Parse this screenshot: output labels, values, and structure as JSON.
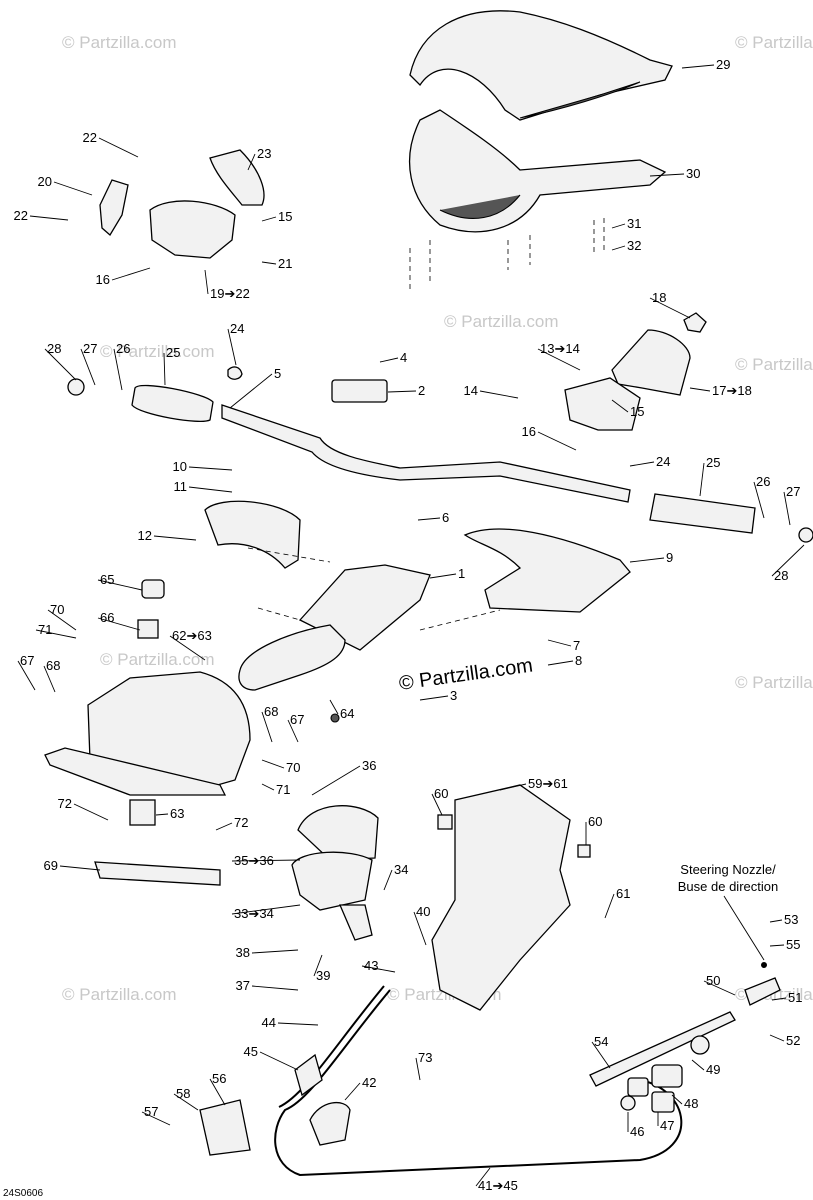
{
  "diagram_code": "24S0606",
  "watermark": {
    "text": "© Partzilla.com",
    "center_text": "© Partzilla.com"
  },
  "steering_nozzle_note": {
    "line1": "Steering Nozzle/",
    "line2": "Buse de direction"
  },
  "callouts": [
    {
      "id": "c29",
      "text": "29"
    },
    {
      "id": "c30",
      "text": "30"
    },
    {
      "id": "c31",
      "text": "31"
    },
    {
      "id": "c32",
      "text": "32"
    },
    {
      "id": "c22a",
      "text": "22"
    },
    {
      "id": "c23",
      "text": "23"
    },
    {
      "id": "c20",
      "text": "20"
    },
    {
      "id": "c22b",
      "text": "22"
    },
    {
      "id": "c15a",
      "text": "15"
    },
    {
      "id": "c21",
      "text": "21"
    },
    {
      "id": "c16a",
      "text": "16"
    },
    {
      "id": "c19",
      "text": "19➔22"
    },
    {
      "id": "c18",
      "text": "18"
    },
    {
      "id": "c13",
      "text": "13➔14"
    },
    {
      "id": "c14",
      "text": "14"
    },
    {
      "id": "c15b",
      "text": "15"
    },
    {
      "id": "c17",
      "text": "17➔18"
    },
    {
      "id": "c16b",
      "text": "16"
    },
    {
      "id": "c24a",
      "text": "24"
    },
    {
      "id": "c28a",
      "text": "28"
    },
    {
      "id": "c27a",
      "text": "27"
    },
    {
      "id": "c26a",
      "text": "26"
    },
    {
      "id": "c25a",
      "text": "25"
    },
    {
      "id": "c5",
      "text": "5"
    },
    {
      "id": "c4",
      "text": "4"
    },
    {
      "id": "c2",
      "text": "2"
    },
    {
      "id": "c24b",
      "text": "24"
    },
    {
      "id": "c25b",
      "text": "25"
    },
    {
      "id": "c26b",
      "text": "26"
    },
    {
      "id": "c27b",
      "text": "27"
    },
    {
      "id": "c28b",
      "text": "28"
    },
    {
      "id": "c10",
      "text": "10"
    },
    {
      "id": "c11",
      "text": "11"
    },
    {
      "id": "c12",
      "text": "12"
    },
    {
      "id": "c6",
      "text": "6"
    },
    {
      "id": "c1",
      "text": "1"
    },
    {
      "id": "c9",
      "text": "9"
    },
    {
      "id": "c65",
      "text": "65"
    },
    {
      "id": "c70a",
      "text": "70"
    },
    {
      "id": "c71a",
      "text": "71"
    },
    {
      "id": "c66",
      "text": "66"
    },
    {
      "id": "c62",
      "text": "62➔63"
    },
    {
      "id": "c7",
      "text": "7"
    },
    {
      "id": "c8",
      "text": "8"
    },
    {
      "id": "c67a",
      "text": "67"
    },
    {
      "id": "c68a",
      "text": "68"
    },
    {
      "id": "c64",
      "text": "64"
    },
    {
      "id": "c3",
      "text": "3"
    },
    {
      "id": "c68b",
      "text": "68"
    },
    {
      "id": "c67b",
      "text": "67"
    },
    {
      "id": "c70b",
      "text": "70"
    },
    {
      "id": "c71b",
      "text": "71"
    },
    {
      "id": "c36",
      "text": "36"
    },
    {
      "id": "c59",
      "text": "59➔61"
    },
    {
      "id": "c72a",
      "text": "72"
    },
    {
      "id": "c63",
      "text": "63"
    },
    {
      "id": "c72b",
      "text": "72"
    },
    {
      "id": "c60a",
      "text": "60"
    },
    {
      "id": "c60b",
      "text": "60"
    },
    {
      "id": "c69",
      "text": "69"
    },
    {
      "id": "c35",
      "text": "35➔36"
    },
    {
      "id": "c34",
      "text": "34"
    },
    {
      "id": "c33",
      "text": "33➔34"
    },
    {
      "id": "c61",
      "text": "61"
    },
    {
      "id": "c40",
      "text": "40"
    },
    {
      "id": "c53",
      "text": "53"
    },
    {
      "id": "c55",
      "text": "55"
    },
    {
      "id": "c38",
      "text": "38"
    },
    {
      "id": "c39",
      "text": "39"
    },
    {
      "id": "c43",
      "text": "43"
    },
    {
      "id": "c37",
      "text": "37"
    },
    {
      "id": "c50",
      "text": "50"
    },
    {
      "id": "c51",
      "text": "51"
    },
    {
      "id": "c44",
      "text": "44"
    },
    {
      "id": "c52",
      "text": "52"
    },
    {
      "id": "c45a",
      "text": "45"
    },
    {
      "id": "c54",
      "text": "54"
    },
    {
      "id": "c42",
      "text": "42"
    },
    {
      "id": "c49",
      "text": "49"
    },
    {
      "id": "c56",
      "text": "56"
    },
    {
      "id": "c73",
      "text": "73"
    },
    {
      "id": "c58",
      "text": "58"
    },
    {
      "id": "c57",
      "text": "57"
    },
    {
      "id": "c48",
      "text": "48"
    },
    {
      "id": "c46",
      "text": "46"
    },
    {
      "id": "c47",
      "text": "47"
    },
    {
      "id": "c41",
      "text": "41➔45"
    }
  ]
}
